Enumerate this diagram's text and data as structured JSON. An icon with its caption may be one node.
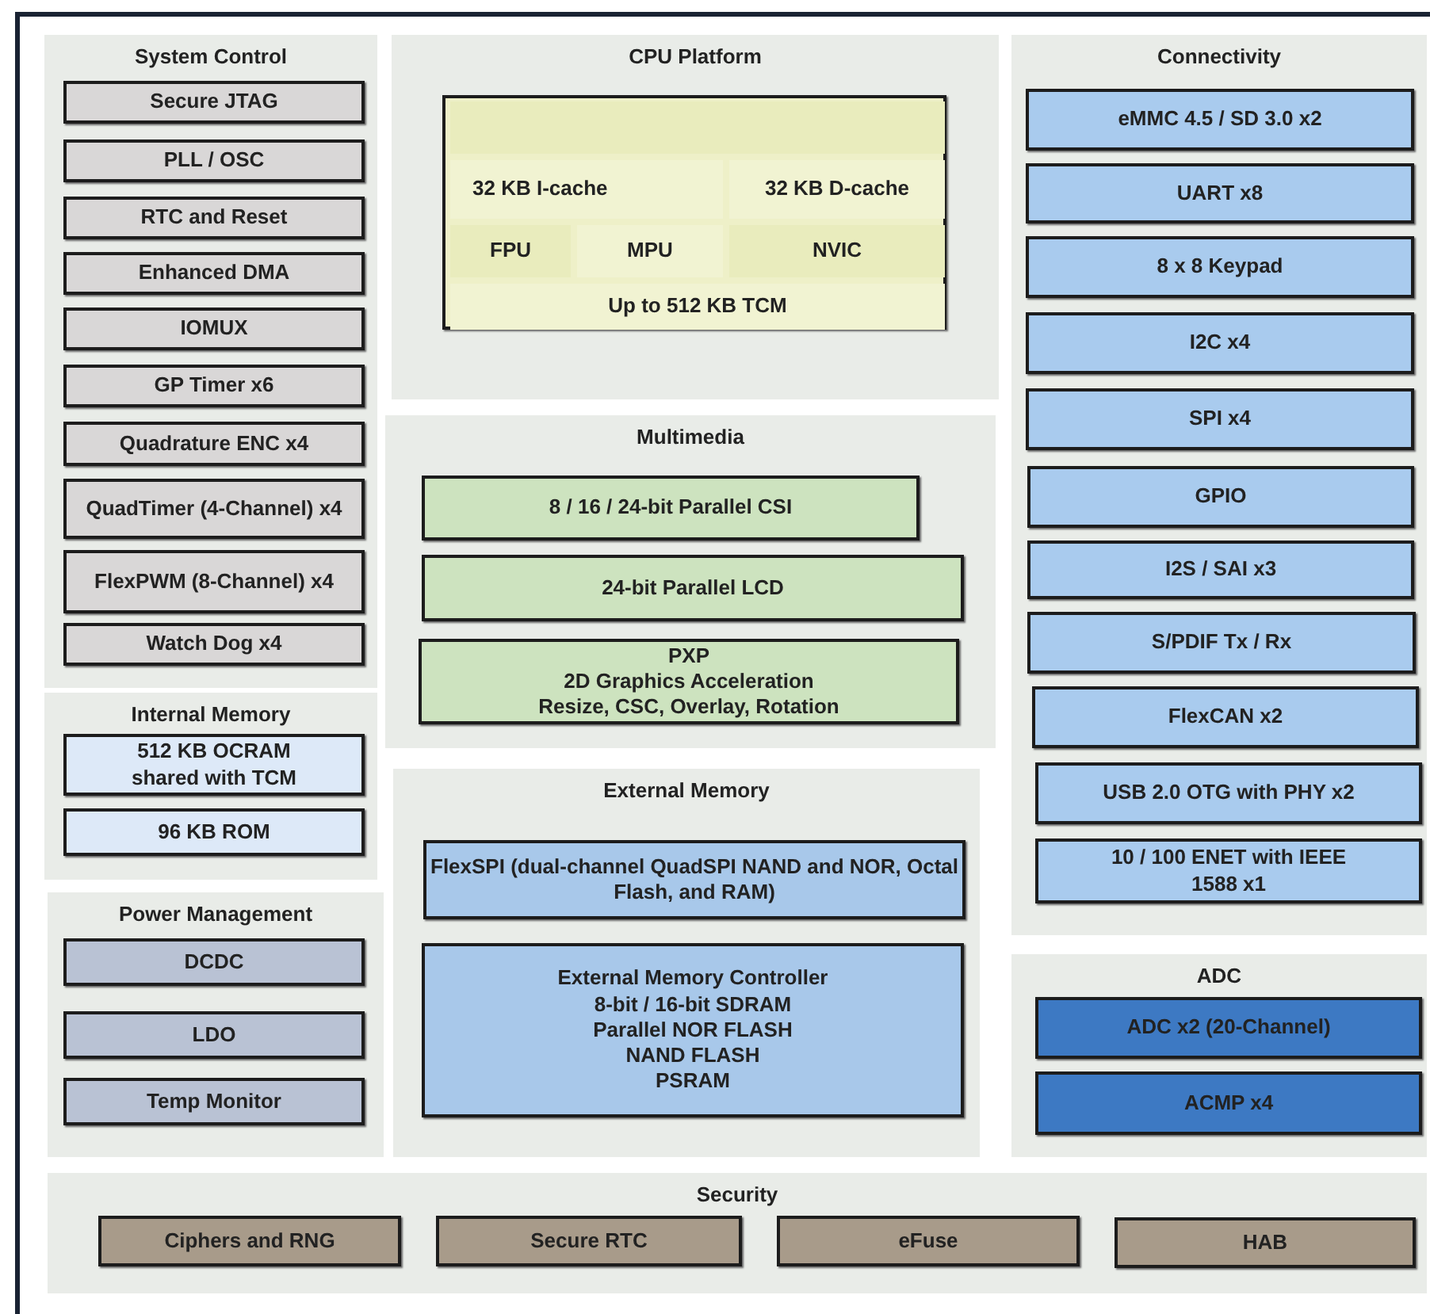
{
  "diagram": {
    "nodes": [
      {
        "text": [
          "System Control"
        ]
      },
      {
        "text": [
          "Secure JTAG"
        ],
        "in": 0
      },
      {
        "text": [
          "PLL / OSC"
        ],
        "in": 0
      },
      {
        "text": [
          "RTC and Reset"
        ],
        "in": 0
      },
      {
        "text": [
          "Enhanced DMA"
        ],
        "in": 0
      },
      {
        "text": [
          "IOMUX"
        ],
        "in": 0
      },
      {
        "text": [
          "GP Timer x6"
        ],
        "in": 0
      },
      {
        "text": [
          "Quadrature ENC x4"
        ],
        "in": 0
      },
      {
        "text": [
          "QuadTimer (4-Channel) x4"
        ],
        "in": 0
      },
      {
        "text": [
          "FlexPWM (8-Channel) x4"
        ],
        "in": 0
      },
      {
        "text": [
          "Watch Dog x4"
        ],
        "in": 0
      },
      {
        "text": [
          "CPU Platform"
        ]
      },
      {
        "text": [],
        "shape": "box",
        "in": 11
      },
      {
        "text": [],
        "shape": "box",
        "in": 12
      },
      {
        "text": [
          "32 KB I-cache"
        ],
        "in": 12
      },
      {
        "text": [
          "32 KB D-cache"
        ],
        "in": 12
      },
      {
        "text": [
          "FPU"
        ],
        "in": 12
      },
      {
        "text": [
          "MPU"
        ],
        "in": 12
      },
      {
        "text": [
          "NVIC"
        ],
        "in": 12
      },
      {
        "text": [
          "Up to 512 KB TCM"
        ],
        "in": 12
      },
      {
        "text": [
          "Multimedia"
        ]
      },
      {
        "text": [
          "8 / 16 / 24-bit Parallel CSI"
        ],
        "in": 20
      },
      {
        "text": [
          "24-bit Parallel LCD"
        ],
        "in": 20
      },
      {
        "text": [
          "PXP",
          "2D Graphics Acceleration",
          "Resize, CSC, Overlay, Rotation"
        ],
        "in": 20
      },
      {
        "text": [
          "Internal Memory"
        ]
      },
      {
        "text": [
          "512 KB OCRAM shared with TCM"
        ],
        "in": 24
      },
      {
        "text": [
          "96 KB ROM"
        ],
        "in": 24
      },
      {
        "text": [
          "Power Management"
        ]
      },
      {
        "text": [
          "DCDC"
        ],
        "in": 27
      },
      {
        "text": [
          "LDO"
        ],
        "in": 27
      },
      {
        "text": [
          "Temp Monitor"
        ],
        "in": 27
      },
      {
        "text": [
          "External Memory"
        ]
      },
      {
        "text": [
          "FlexSPI (dual-channel QuadSPI NAND and NOR, Octal Flash, and RAM)"
        ],
        "in": 31
      },
      {
        "text": [
          "External Memory Controller",
          "8-bit / 16-bit SDRAM",
          "Parallel NOR FLASH",
          "NAND FLASH",
          "PSRAM"
        ],
        "in": 31
      },
      {
        "text": [
          "Connectivity"
        ]
      },
      {
        "text": [
          "eMMC 4.5 / SD 3.0 x2"
        ],
        "in": 34
      },
      {
        "text": [
          "UART x8"
        ],
        "in": 34
      },
      {
        "text": [
          "8 x 8 Keypad"
        ],
        "in": 34
      },
      {
        "text": [
          "I2C x4"
        ],
        "in": 34
      },
      {
        "text": [
          "SPI x4"
        ],
        "in": 34
      },
      {
        "text": [
          "GPIO"
        ],
        "in": 34
      },
      {
        "text": [
          "I2S / SAI x3"
        ],
        "in": 34
      },
      {
        "text": [
          "S/PDIF Tx / Rx"
        ],
        "in": 34
      },
      {
        "text": [
          "FlexCAN x2"
        ],
        "in": 34
      },
      {
        "text": [
          "USB 2.0 OTG with PHY x2"
        ],
        "in": 34
      },
      {
        "text": [
          "10 / 100 ENET with IEEE 1588 x1"
        ],
        "in": 34
      },
      {
        "text": [
          "ADC"
        ]
      },
      {
        "text": [
          "ADC x2 (20-Channel)"
        ],
        "in": 46
      },
      {
        "text": [
          "ACMP x4"
        ],
        "in": 46
      },
      {
        "text": [
          "Security"
        ]
      },
      {
        "text": [
          "Ciphers and RNG"
        ],
        "in": 49
      },
      {
        "text": [
          "Secure RTC"
        ],
        "in": 49
      },
      {
        "text": [
          "eFuse"
        ],
        "in": 49
      },
      {
        "text": [
          "HAB"
        ],
        "in": 49
      }
    ]
  }
}
